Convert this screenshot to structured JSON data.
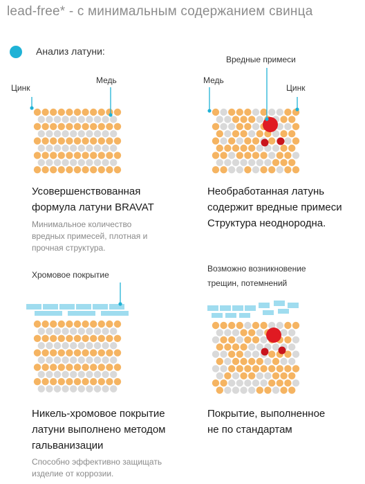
{
  "title": "lead-free* - с минимальным содержанием свинца",
  "legend": {
    "label": "Анализ латуни:"
  },
  "colors": {
    "accent": "#1fb2d6",
    "brass": "#f5b462",
    "grey": "#d9d9d9",
    "impurity_large": "#e01a22",
    "impurity_small": "#c9141c",
    "coating": "#9fdcef"
  },
  "panels": {
    "bravat": {
      "labels": [
        "Цинк",
        "Медь"
      ],
      "heading": [
        "Усовершенствованная",
        "формула латуни BRAVAT"
      ],
      "note": [
        "Минимальное количество",
        "вредных примесей, плотная и",
        "прочная структура."
      ]
    },
    "raw": {
      "labels": [
        "Вредные примеси",
        "Медь",
        "Цинк"
      ],
      "heading": [
        "Необработанная латунь",
        "содержит вредные примеси",
        "Структура неоднородна."
      ]
    },
    "chrome": {
      "labels": [
        "Хромовое покрытие"
      ],
      "heading": [
        "Никель-хромовое покрытие",
        "латуни выполнено методом",
        "гальванизации"
      ],
      "note": [
        "Способно эффективно защищать",
        "изделие от коррозии."
      ]
    },
    "bad_coating": {
      "labels": [
        "Возможно возникновение",
        "трещин, потемнений"
      ],
      "heading": [
        "Покрытие, выполненное",
        "не по стандартам"
      ]
    }
  }
}
